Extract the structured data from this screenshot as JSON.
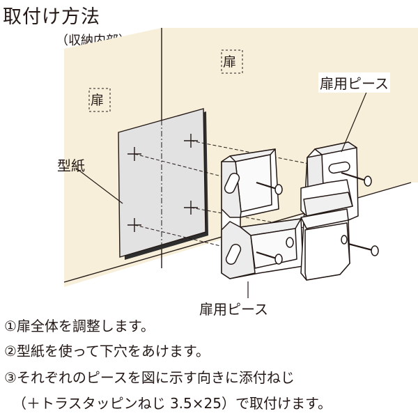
{
  "title": "取付け方法",
  "subtitle": "（収納内部）",
  "labels": {
    "door_left": "扉",
    "door_right": "扉",
    "template": "型紙",
    "piece_top": "扉用ピース",
    "piece_bottom": "扉用ピース"
  },
  "steps": [
    "①扉全体を調整します。",
    "②型紙を使って下穴をあけます。",
    "③それぞれのピースを図に示す向きに添付ねじ",
    "（＋トラスタッピンねじ 3.5×25）で取付けます。"
  ]
}
